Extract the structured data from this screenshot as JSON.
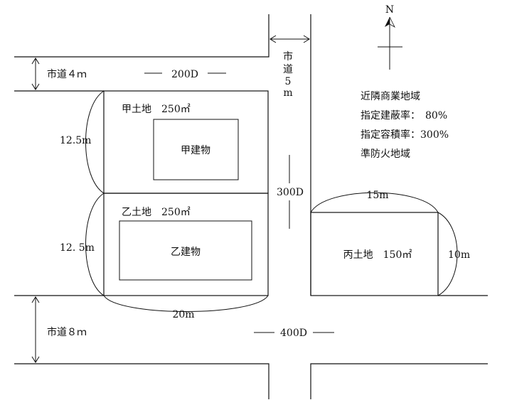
{
  "roads": {
    "road_north": {
      "name": "市道４ｍ",
      "setback_label": "200D"
    },
    "road_east": {
      "name_chars": [
        "市",
        "道",
        "5",
        "m"
      ],
      "setback_label": "300D"
    },
    "road_south": {
      "name": "市道８ｍ",
      "setback_label": "400D"
    }
  },
  "lots": {
    "kou": {
      "label": "甲土地　250㎡",
      "building": "甲建物",
      "depth": "12.5m"
    },
    "otsu": {
      "label": "乙土地　250㎡",
      "building": "乙建物",
      "depth": "12. 5m",
      "frontage": "20m"
    },
    "hei": {
      "label": "丙土地　150㎡",
      "width": "15m",
      "depth": "10m"
    }
  },
  "zoning": {
    "lines": [
      "近隣商業地域",
      "指定建蔽率：　80%",
      "指定容積率：300%",
      "準防火地域"
    ]
  },
  "compass": {
    "north_label": "N"
  }
}
